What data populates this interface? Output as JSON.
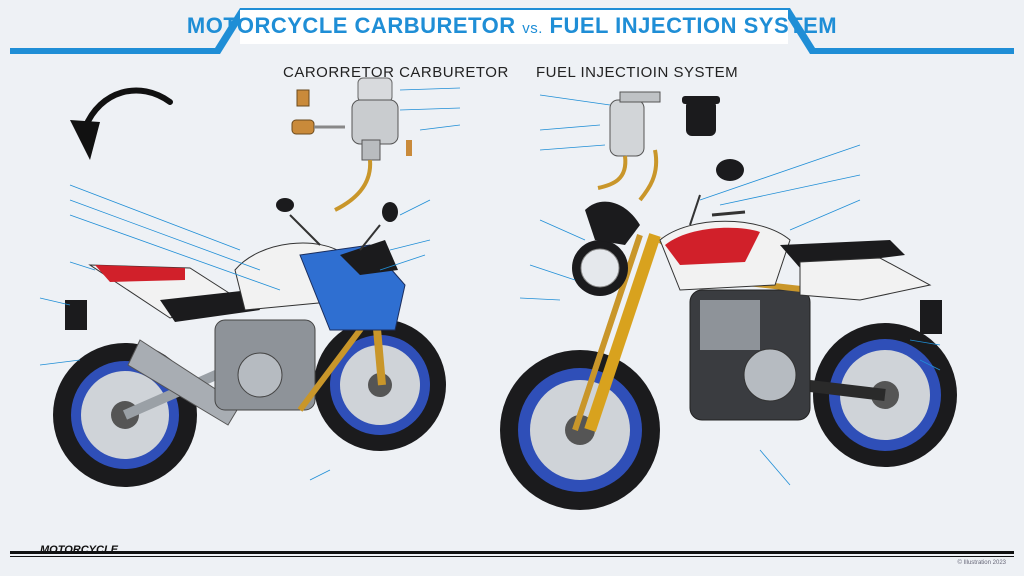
{
  "header": {
    "title_left": "MOTORCYCLE CARBURETOR",
    "title_vs": "vs.",
    "title_right": "FUEL INJECTION SYSTEM"
  },
  "left_section": {
    "title": "CARORRETOR CARBURETOR"
  },
  "right_section": {
    "title": "FUEL INJECTIOIN SYSTEM"
  },
  "footer": {
    "brand": "MOTORCYCLE",
    "credit": "© Illustration 2023"
  },
  "colors": {
    "accent_blue": "#1f8ed6",
    "moto_blue": "#2f6fd1",
    "moto_red": "#d1202a",
    "frame_gold": "#c9962a",
    "dark": "#1b1b1d"
  }
}
